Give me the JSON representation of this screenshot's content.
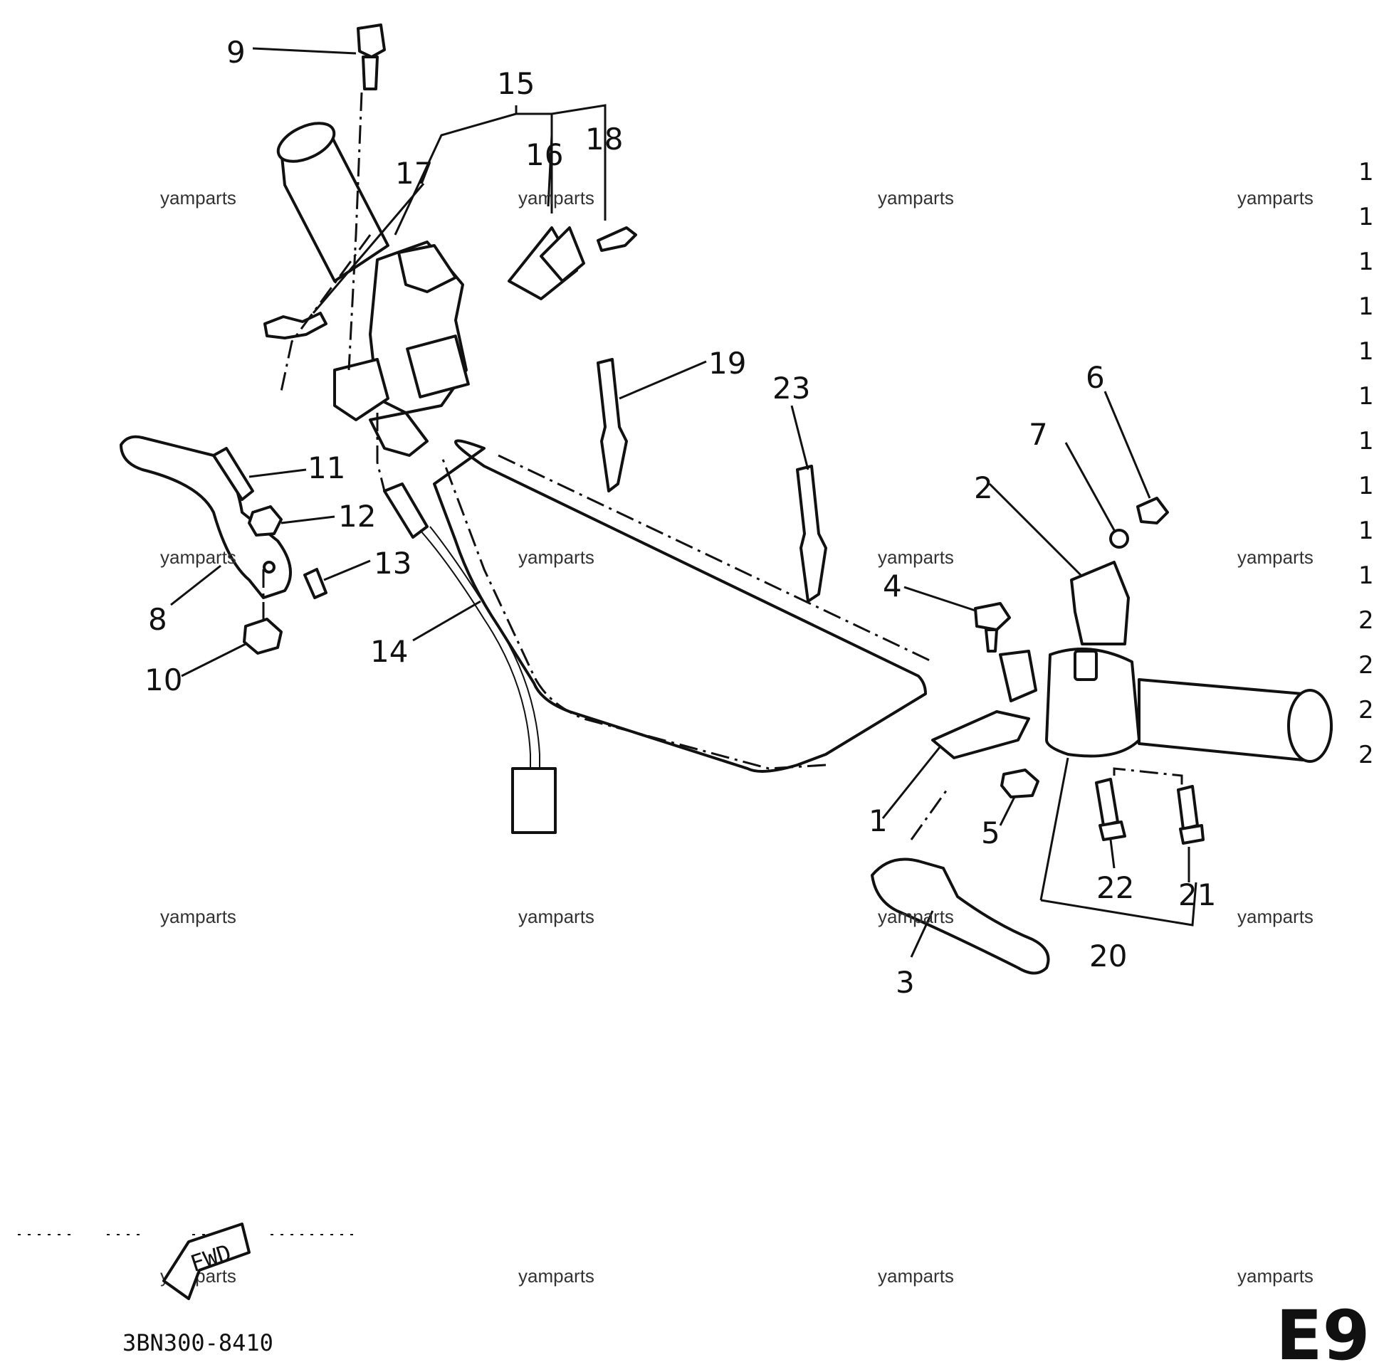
{
  "diagram": {
    "callouts": [
      "1",
      "2",
      "3",
      "4",
      "5",
      "6",
      "7",
      "8",
      "9",
      "10",
      "11",
      "12",
      "13",
      "14",
      "15",
      "16",
      "17",
      "18",
      "19",
      "20",
      "21",
      "22",
      "23"
    ],
    "watermark": "yamparts",
    "part_code": "3BN300-8410",
    "fwd_label": "FWD",
    "edge_big_text": "E9",
    "edge_column": [
      "1",
      "1",
      "1",
      "1",
      "1",
      "1",
      "1",
      "1",
      "1",
      "1",
      "2",
      "2",
      "2",
      "2"
    ]
  }
}
